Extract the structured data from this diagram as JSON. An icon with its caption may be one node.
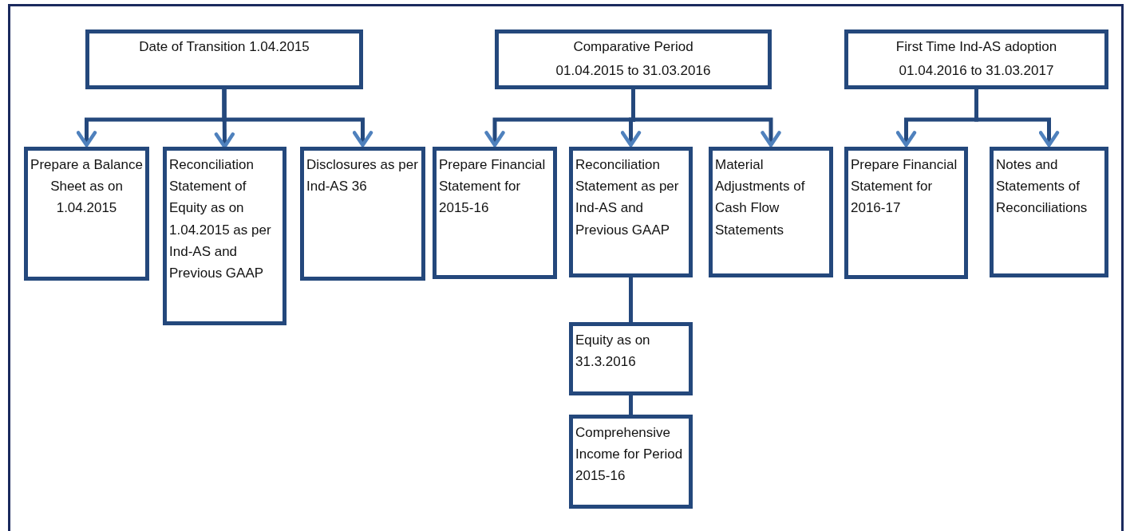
{
  "diagram": {
    "nodes": [
      {
        "text": [
          "Date of Transition 1.04.2015"
        ]
      },
      {
        "text": [
          "Prepare a Balance Sheet as on 1.04.2015"
        ]
      },
      {
        "text": [
          "Reconciliation Statement of Equity as on 1.04.2015 as per Ind-AS and Previous GAAP"
        ]
      },
      {
        "text": [
          "Disclosures as per Ind-AS 36"
        ]
      },
      {
        "text": [
          "Comparative Period 01.04.2015 to 31.03.2016"
        ]
      },
      {
        "text": [
          "Prepare Financial Statement for 2015-16"
        ]
      },
      {
        "text": [
          "Reconciliation Statement as per Ind-AS and Previous GAAP"
        ]
      },
      {
        "text": [
          "Material Adjustments of Cash Flow Statements"
        ]
      },
      {
        "text": [
          "Equity as on 31.3.2016"
        ]
      },
      {
        "text": [
          "Comprehensive Income for Period 2015-16"
        ]
      },
      {
        "text": [
          "First Time Ind-AS adoption 01.04.2016 to 31.03.2017"
        ]
      },
      {
        "text": [
          "Prepare Financial Statement for 2016-17"
        ]
      },
      {
        "text": [
          "Notes and Statements of Reconciliations"
        ]
      }
    ],
    "edges": [
      {
        "from": 0,
        "to": 1,
        "arrow": "to"
      },
      {
        "from": 0,
        "to": 2,
        "arrow": "to"
      },
      {
        "from": 0,
        "to": 3,
        "arrow": "to"
      },
      {
        "from": 4,
        "to": 5,
        "arrow": "to"
      },
      {
        "from": 4,
        "to": 6,
        "arrow": "to"
      },
      {
        "from": 4,
        "to": 7,
        "arrow": "to"
      },
      {
        "from": 6,
        "to": 8,
        "arrow": "none"
      },
      {
        "from": 8,
        "to": 9,
        "arrow": "none"
      },
      {
        "from": 10,
        "to": 11,
        "arrow": "to"
      },
      {
        "from": 10,
        "to": 12,
        "arrow": "to"
      }
    ]
  }
}
